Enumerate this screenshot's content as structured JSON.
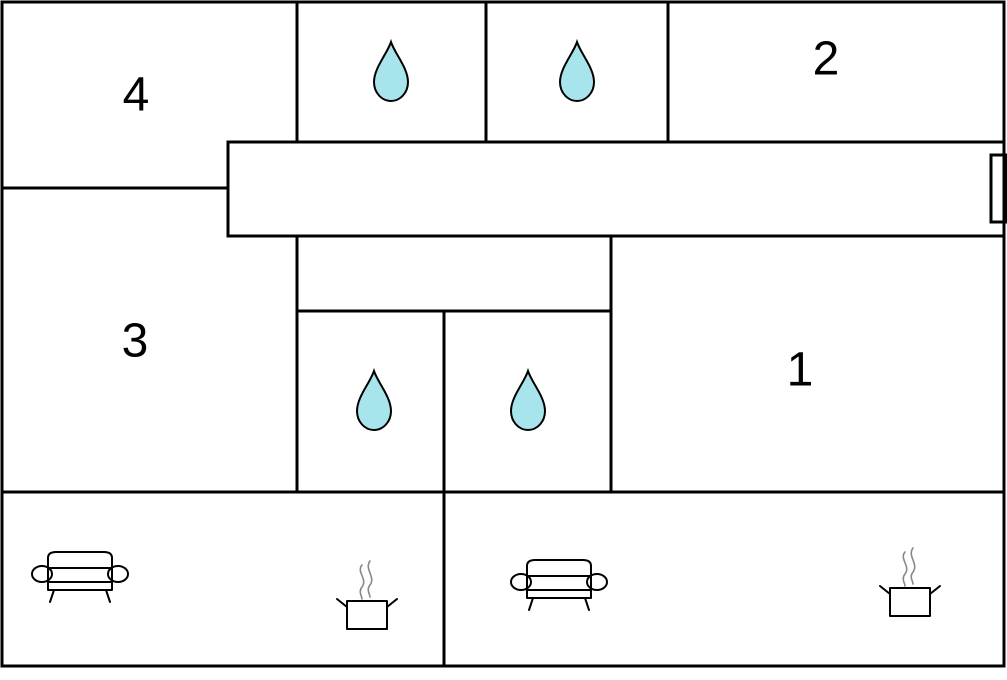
{
  "rooms": {
    "room_1": "1",
    "room_2": "2",
    "room_3": "3",
    "room_4": "4"
  },
  "colors": {
    "wall": "#000000",
    "background": "#ffffff",
    "water_drop_fill": "#a8e4ec",
    "steam": "#888888"
  },
  "icons": {
    "bathroom": "water-drop-icon",
    "living": "sofa-icon",
    "kitchen": "cooking-pot-icon"
  }
}
